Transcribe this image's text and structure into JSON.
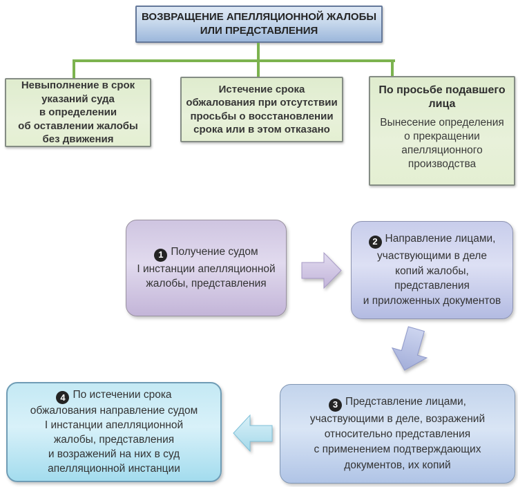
{
  "title": "ВОЗВРАЩЕНИЕ АПЕЛЛЯЦИОННОЙ ЖАЛОБЫ\nИЛИ ПРЕДСТАВЛЕНИЯ",
  "reasons": [
    {
      "text": "Невыполнение в срок\nуказаний суда\nв определении\nоб оставлении жалобы\nбез движения"
    },
    {
      "text": "Истечение срока\nобжалования при отсутствии\nпросьбы о восстановлении\nсрока или в этом отказано"
    },
    {
      "heading": "По просьбе подавшего\nлица",
      "text": "Вынесение определения\nо прекращении\nапелляционного\nпроизводства"
    }
  ],
  "steps": [
    {
      "number": "1",
      "text": "Получение судом\nI инстанции апелляционной\nжалобы, представления"
    },
    {
      "number": "2",
      "text": "Направление лицами,\nучаствующими в деле\nкопий жалобы,\nпредставления\nи приложенных документов"
    },
    {
      "number": "3",
      "text": "Представление лицами,\nучаствующими в деле, возражений\nотносительно представления\nс применением подтверждающих\nдокументов, их копий"
    },
    {
      "number": "4",
      "text": "По истечении срока\nобжалования направление судом\nI инстанции апелляционной\nжалобы, представления\nи возражений на них в суд\nапелляционной инстанции"
    }
  ],
  "colors": {
    "title_fill_bottom": "#9cb7db",
    "title_border": "#64789a",
    "connector_green": "#7cb34f",
    "reason_fill": "#e4efd2",
    "step1_fill": "#c3b5d8",
    "step2_fill": "#b3bbe2",
    "step3_fill": "#b0c4e6",
    "step4_fill": "#a3dcee",
    "badge_fill": "#242424"
  }
}
